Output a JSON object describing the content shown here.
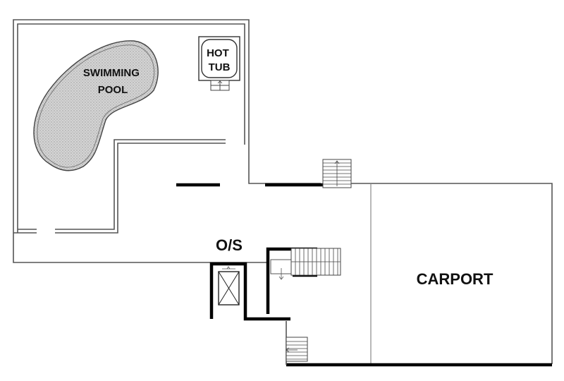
{
  "plan": {
    "labels": {
      "pool": "SWIMMING\nPOOL",
      "hot_tub": "HOT\nTUB",
      "os": "O/S",
      "carport": "CARPORT"
    }
  },
  "colors": {
    "wall_thin": "#555555",
    "wall_thick": "#000000",
    "pool_fill": "#cfcfcf",
    "background": "#ffffff"
  }
}
